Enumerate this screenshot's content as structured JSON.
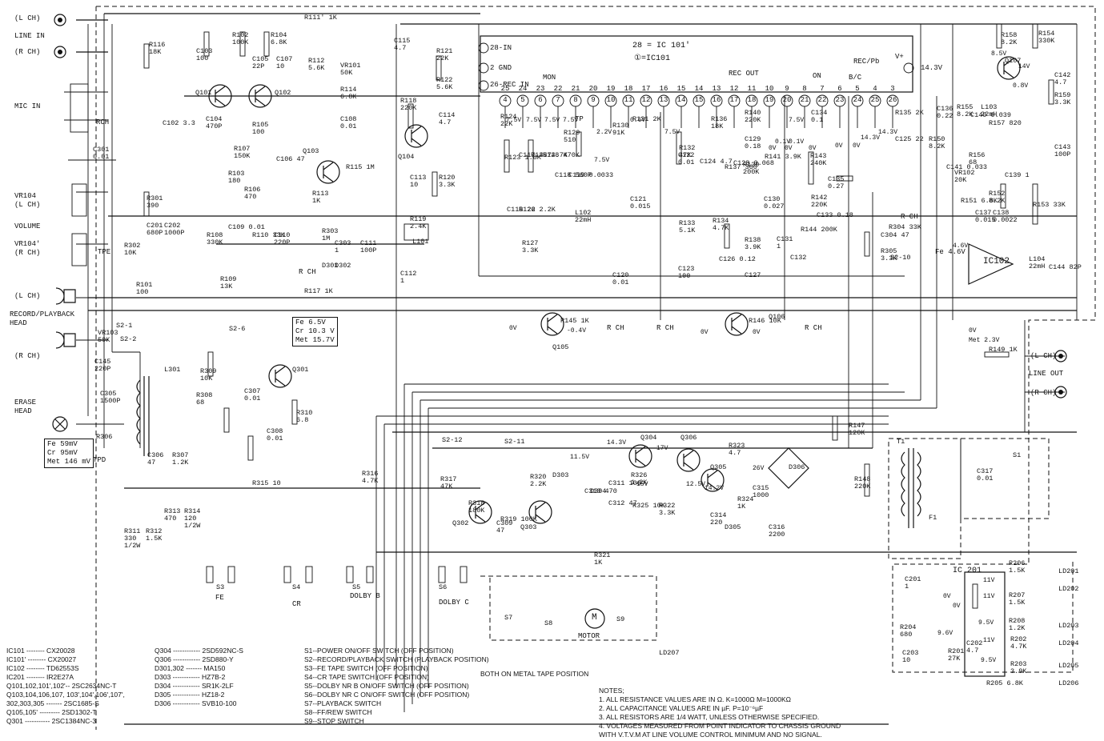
{
  "inputs": {
    "line_in": "LINE IN",
    "l_ch": "(L CH)",
    "r_ch": "(R CH)",
    "mic_in": "MIC IN",
    "rch_tap": "RCH",
    "vr104_l": "VR104\n(L CH)",
    "volume": "VOLUME",
    "vr104_r": "VR104'\n(R CH)",
    "tpe": "TPE",
    "head_l": "(L CH)",
    "record_playback_head": "RECORD/PLAYBACK\nHEAD",
    "head_r": "(R CH)",
    "erase_head": "ERASE\nHEAD",
    "tpd": "TPD"
  },
  "erase_levels": [
    "Fe 59mV",
    "Cr 95mV",
    "Met 146 mV"
  ],
  "bias_levels": [
    "Fe 6.5V",
    "Cr 10.3 V",
    "Met 15.7V"
  ],
  "ic_labels": {
    "ic101_def1": "28 = IC 101'",
    "ic101_def2": "①=IC101",
    "rec_out": "REC OUT",
    "on": "ON",
    "bc": "B/C",
    "rec_pb": "REC/Pb",
    "mon": "MON",
    "pin28": "28-IN",
    "pin27": "2 GND",
    "pin26": "26-REC IN",
    "vplus": "V+",
    "v143": "14.3V",
    "ic102": "IC102",
    "ic201": "IC 201",
    "tp": "TP"
  },
  "pin_row": [
    "4",
    "5",
    "6",
    "7",
    "8",
    "9",
    "10",
    "11",
    "12",
    "13",
    "14",
    "15",
    "16",
    "17",
    "18",
    "19",
    "20",
    "21",
    "22",
    "23",
    "24",
    "25",
    "26"
  ],
  "pin_row_top": [
    "25",
    "24",
    "23",
    "22",
    "21",
    "20",
    "19",
    "18",
    "17",
    "16",
    "15",
    "14",
    "13",
    "12",
    "11",
    "10",
    "9",
    "8",
    "7",
    "6",
    "5",
    "4",
    "3"
  ],
  "components": [
    "R116\n18K",
    "R111' 1K",
    "C115\n4.7",
    "C103\n100",
    "R102\n100K",
    "R104\n6.8K",
    "C105\n22P",
    "C107\n10",
    "R112\n5.6K",
    "VR101\n50K",
    "R114\n6.8K",
    "R121\n22K",
    "R122\n5.6K",
    "R118\n220K",
    "C114\n4.7",
    "C104\n470P",
    "R105\n100",
    "R107\n150K",
    "C108\n0.01",
    "R113\n1K",
    "R115 1M",
    "C102 3.3",
    "C301\n0.01",
    "R103\n180",
    "R106\n470",
    "C106 47",
    "R301\n390",
    "C113\n10",
    "R120\n3.3K",
    "R119\n2.4K",
    "L101",
    "R302\n10K",
    "C201\n680P",
    "C202\n1000P",
    "R108\n330K",
    "C109 0.01",
    "R110 33K",
    "C110\n220P",
    "R303\n1M",
    "C303\n1",
    "C111\n100P",
    "R101\n100",
    "R109\n13K",
    "D301",
    "D302",
    "C112\n1",
    "R117 1K",
    "R123 1.8K",
    "C117 4.7",
    "R125 4.7K",
    "R128 470K",
    "C118 560P",
    "C119 0.0033",
    "R124\n22K",
    "R129\n510",
    "L102\n22mH",
    "C116 22",
    "R126 2.2K",
    "R127\n3.3K",
    "R130\n91K",
    "C120\n0.01",
    "R131 2K",
    "C121\n0.015",
    "C122\n0.01",
    "R132\n47K",
    "C124 4.7",
    "R133\n5.1K",
    "C123\n100",
    "R136\n18K",
    "R140\n220K",
    "C129\n0.18",
    "R139\n200K",
    "R137 360",
    "C128 0.068",
    "R141 3.9K",
    "C134\n0.1",
    "R143\n240K",
    "C135\n0.27",
    "R142\n220K",
    "C130\n0.027",
    "R134\n4.7K",
    "C126 0.12",
    "R138\n3.9K",
    "C127",
    "C131\n1",
    "C132",
    "R144 200K",
    "C133 0.18",
    "C304 47",
    "R304 33K",
    "R305\n3.3K",
    "S2-10",
    "R135 2K",
    "C125 22",
    "C136\n0.22",
    "R150\n8.2K",
    "R155\n8.2K",
    "C141 0.033",
    "R156\n68",
    "C140 0.039",
    "L103\n22mH",
    "R157 820",
    "R158\n8.2K",
    "R154\n330K",
    "Q107",
    "C142\n4.7",
    "R159\n3.3K",
    "C143\n100P",
    "VR102\n20K",
    "C139 1",
    "R151 6.8K",
    "R152\n8.2K",
    "C137\n0.015",
    "C138\n0.0022",
    "R153 33K",
    "L104\n22mH",
    "C144 82P",
    "Q101",
    "Q102",
    "Q103",
    "Q104",
    "Q105",
    "Q106",
    "Q301",
    "Q302",
    "Q303",
    "Q304",
    "Q305",
    "Q306",
    "R145 1K",
    "R146 10K",
    "R149 1K",
    "S2-1",
    "S2-2",
    "S2-6",
    "VR103\n50K",
    "C145\n220P",
    "L301",
    "C305\n1500P",
    "R309\n10K",
    "C307\n0.01",
    "R308\n68",
    "C308\n0.01",
    "R310\n6.8",
    "R306",
    "C306\n47",
    "R307\n1.2K",
    "R316\n4.7K",
    "R315 10",
    "R313\n470",
    "R314\n120\n1/2W",
    "R311\n330\n1/2W",
    "R312\n1.5K",
    "S3",
    "S4",
    "S5",
    "S6",
    "S2-12",
    "S2-11",
    "R317\n47K",
    "R318\n180K",
    "R319 100K",
    "C309\n47",
    "R320\n2.2K",
    "D303",
    "C310 470",
    "D304",
    "C311 100",
    "C312 47",
    "R326\n1.2K",
    "R325 10K",
    "R322\n3.3K",
    "R321\n1K",
    "C314\n220",
    "D305",
    "R324\n1K",
    "R323\n4.7",
    "D306",
    "C315\n1000",
    "C316\n2200",
    "R147\n120K",
    "R148\n220K",
    "T1",
    "F1",
    "C317\n0.01",
    "S1",
    "S7",
    "S8",
    "S9",
    "LD207",
    "C201\n1",
    "R204\n680",
    "C203\n10",
    "R201\n27K",
    "C202\n4.7",
    "R205 6.8K",
    "R206\n1.5K",
    "R207\n1.5K",
    "R208\n1.2K",
    "R202\n4.7K",
    "R203\n3.9K",
    "LD201",
    "LD202",
    "LD203",
    "LD204",
    "LD205",
    "LD206"
  ],
  "voltages": [
    "7.5V",
    "7.5V",
    "7.5V",
    "7.5V",
    "2.2V",
    "7.5V",
    "0.6V",
    "7.5V",
    "8.5V",
    "14V",
    "0.8V",
    "0V",
    "0V",
    "0V",
    "14.3V",
    "14.3V",
    "0.1V",
    "0.1V",
    "7.5V",
    "0V",
    "0V",
    "4.6V",
    "0V",
    "-0.4V",
    "0V",
    "0V",
    "Met 2.3V",
    "0V",
    "14.3V",
    "17V",
    "11.5V",
    "15V",
    "12.5V",
    "14.2V",
    "26V",
    "9.6V",
    "0V",
    "11V",
    "11V",
    "9.5V",
    "11V",
    "9.5V",
    "0V"
  ],
  "labels_misc": {
    "r_ch": "R CH",
    "line_out": "LINE OUT",
    "lo_l": "(L CH)",
    "lo_r": "(R CH)",
    "fe": "FE",
    "cr": "CR",
    "dolby_b": "DOLBY B",
    "dolby_c": "DOLBY C",
    "motor": "MOTOR",
    "m": "M",
    "fe_46": "Fe 4.6V",
    "r_label": "R",
    "p_label": "P"
  },
  "bom_left": [
    {
      "ref": "IC101 --------",
      "part": "CX20028"
    },
    {
      "ref": "IC101' --------",
      "part": "CX20027"
    },
    {
      "ref": "IC102 --------",
      "part": "TD62553S"
    },
    {
      "ref": "IC201 --------",
      "part": "IR2E27A"
    },
    {
      "ref": "Q101,102,101',102'--",
      "part": "2SC2634NC-T"
    },
    {
      "ref": "Q103,104,106,107, 103',104',106',107',",
      "part": ""
    },
    {
      "ref": "  302,303,305 -------",
      "part": "2SC1685-S"
    },
    {
      "ref": "Q105,105' ---------",
      "part": "2SD1302-T"
    },
    {
      "ref": "Q301 -----------",
      "part": "2SC1384NC-3"
    }
  ],
  "bom_mid": [
    {
      "ref": "Q304 ------------",
      "part": "2SD592NC-S"
    },
    {
      "ref": "Q306 ------------",
      "part": "2SD880-Y"
    },
    {
      "ref": "D301,302 -------",
      "part": "MA150"
    },
    {
      "ref": "D303 ------------",
      "part": "HZ7B-2"
    },
    {
      "ref": "D304 ------------",
      "part": "SR1K-2LF"
    },
    {
      "ref": "D305 ------------",
      "part": "HZ18-2"
    },
    {
      "ref": "D306 ------------",
      "part": "SVB10-100"
    }
  ],
  "switches": [
    "S1--POWER ON/OFF SWITCH (OFF POSITION)",
    "S2--RECORD/PLAYBACK SWITCH (PLAYBACK POSITION)",
    "S3--FE TAPE SWITCH (OFF POSITION)",
    "S4--CR TAPE SWITCH (OFF POSITION)",
    "S5--DOLBY NR B ON/OFF SWITCH (OFF POSITION)",
    "S6--DOLBY NR C ON/OFF SWITCH (OFF POSITION)",
    "S7--PLAYBACK SWITCH",
    "S8--FF/REW SWITCH",
    "S9--STOP SWITCH"
  ],
  "switch_brace_note": "BOTH ON METAL TAPE POSITION",
  "notes_title": "NOTES;",
  "notes": [
    "1.  ALL RESISTANCE VALUES ARE IN Ω. K=1000Ω M=1000KΩ",
    "2.  ALL CAPACITANCE VALUES ARE IN µF. P=10⁻⁶µF",
    "3.  ALL RESISTORS ARE 1/4 WATT, UNLESS OTHERWISE SPECIFIED.",
    "4.  VOLTAGES MEASURED FROM POINT INDICATOR TO CHASSIS GROUND",
    "    WITH V.T.V.M AT LINE VOLUME CONTROL MINIMUM AND NO SIGNAL."
  ]
}
